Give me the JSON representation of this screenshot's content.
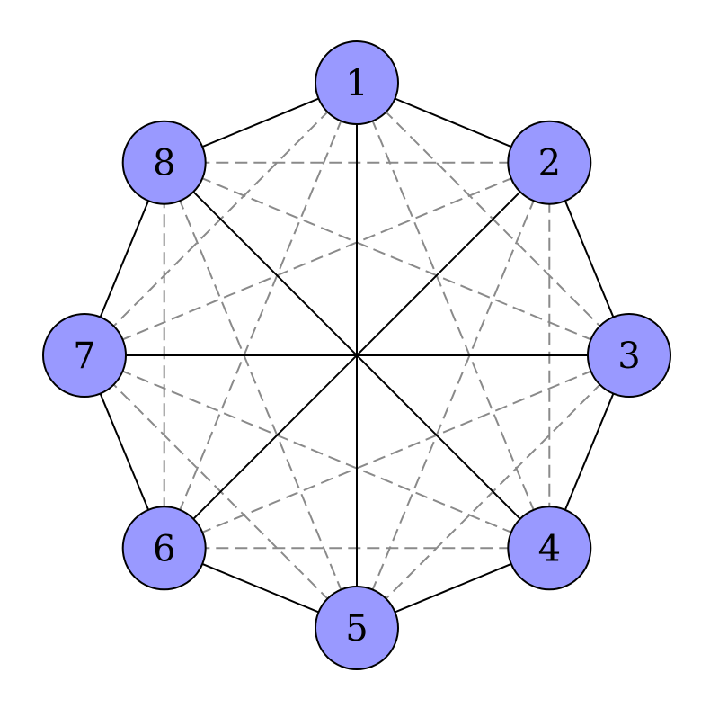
{
  "graph": {
    "nodes": [
      {
        "label": "1"
      },
      {
        "label": "2"
      },
      {
        "label": "3"
      },
      {
        "label": "4"
      },
      {
        "label": "5"
      },
      {
        "label": "6"
      },
      {
        "label": "7"
      },
      {
        "label": "8"
      }
    ],
    "solid_edges": [
      [
        "1",
        "2"
      ],
      [
        "2",
        "3"
      ],
      [
        "3",
        "4"
      ],
      [
        "4",
        "5"
      ],
      [
        "5",
        "6"
      ],
      [
        "6",
        "7"
      ],
      [
        "7",
        "8"
      ],
      [
        "8",
        "1"
      ],
      [
        "1",
        "5"
      ],
      [
        "2",
        "6"
      ],
      [
        "3",
        "7"
      ],
      [
        "4",
        "8"
      ]
    ],
    "dashed_edges": [
      [
        "1",
        "3"
      ],
      [
        "1",
        "4"
      ],
      [
        "1",
        "6"
      ],
      [
        "1",
        "7"
      ],
      [
        "2",
        "4"
      ],
      [
        "2",
        "5"
      ],
      [
        "2",
        "7"
      ],
      [
        "2",
        "8"
      ],
      [
        "3",
        "5"
      ],
      [
        "3",
        "6"
      ],
      [
        "3",
        "8"
      ],
      [
        "4",
        "6"
      ],
      [
        "4",
        "7"
      ],
      [
        "5",
        "7"
      ],
      [
        "5",
        "8"
      ],
      [
        "6",
        "8"
      ]
    ],
    "colors": {
      "node_fill": "#9999ff",
      "node_stroke": "#000000",
      "solid_edge": "#000000",
      "dashed_edge": "#8a8a8a"
    }
  }
}
